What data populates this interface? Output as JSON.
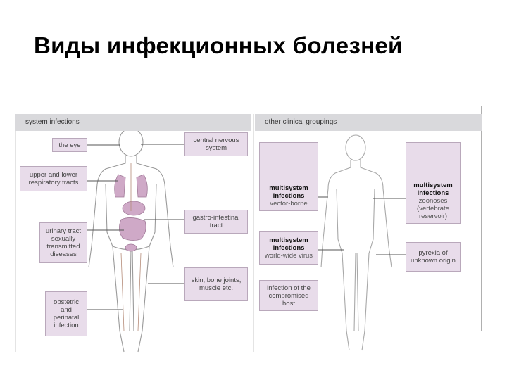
{
  "slide": {
    "title": "Виды инфекционных болезней"
  },
  "left_panel": {
    "header": "system infections",
    "labels": {
      "eye": "the eye",
      "respiratory": "upper and lower respiratory tracts",
      "urinary": "urinary tract sexually transmitted diseases",
      "obstetric": "obstetric and perinatal infection",
      "cns": "central nervous system",
      "gastro": "gastro-intestinal tract",
      "skin": "skin, bone joints, muscle etc."
    }
  },
  "right_panel": {
    "header": "other clinical groupings",
    "labels": {
      "vector_title": "multisystem infections",
      "vector_sub": "vector-borne",
      "worldwide_title": "multisystem infections",
      "worldwide_sub": "world-wide virus",
      "compromised": "infection of the compromised host",
      "zoonoses_title": "multisystem infections",
      "zoonoses_sub": "zoonoses (vertebrate reservoir)",
      "pyrexia": "pyrexia of unknown origin"
    }
  },
  "colors": {
    "label_fill": "#e8dcea",
    "label_border": "#b9a8bb",
    "header_fill": "#d9d9dc",
    "organ_fill": "#cfa9c7",
    "body_stroke": "#9a9a9a",
    "mosquito_red": "#c0392b"
  }
}
